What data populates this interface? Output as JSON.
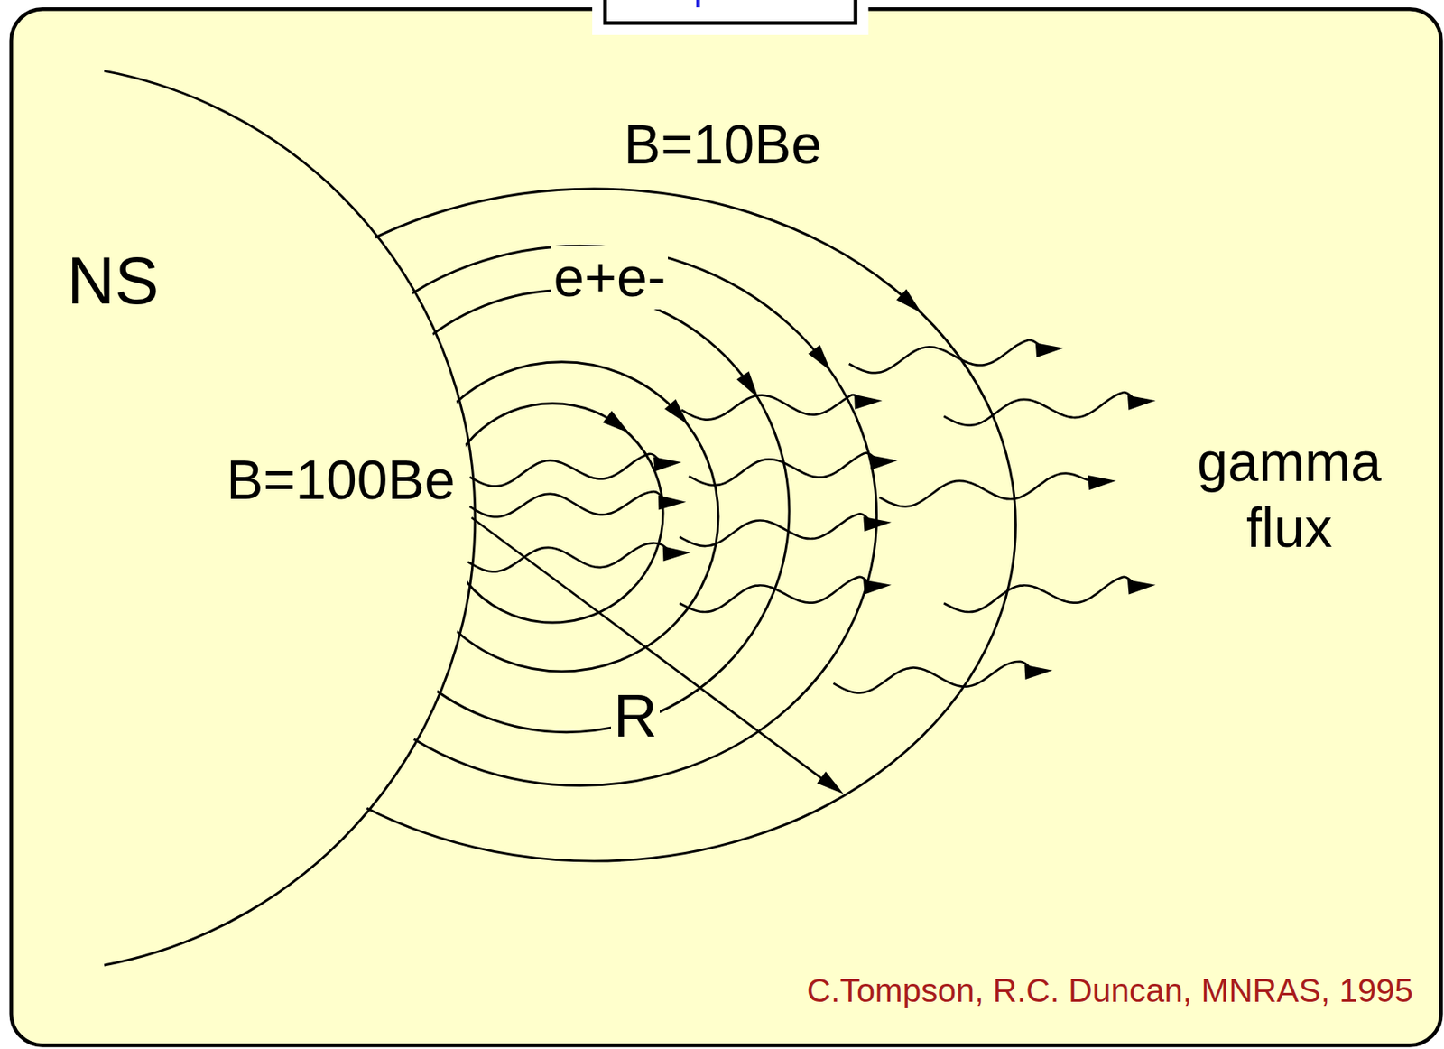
{
  "diagram": {
    "labels": [
      "NS",
      "B=10Be",
      "e+e-",
      "B=100Be",
      "R",
      "gamma flux",
      "C.Tompson, R.C. Duncan, MNRAS, 1995"
    ]
  }
}
